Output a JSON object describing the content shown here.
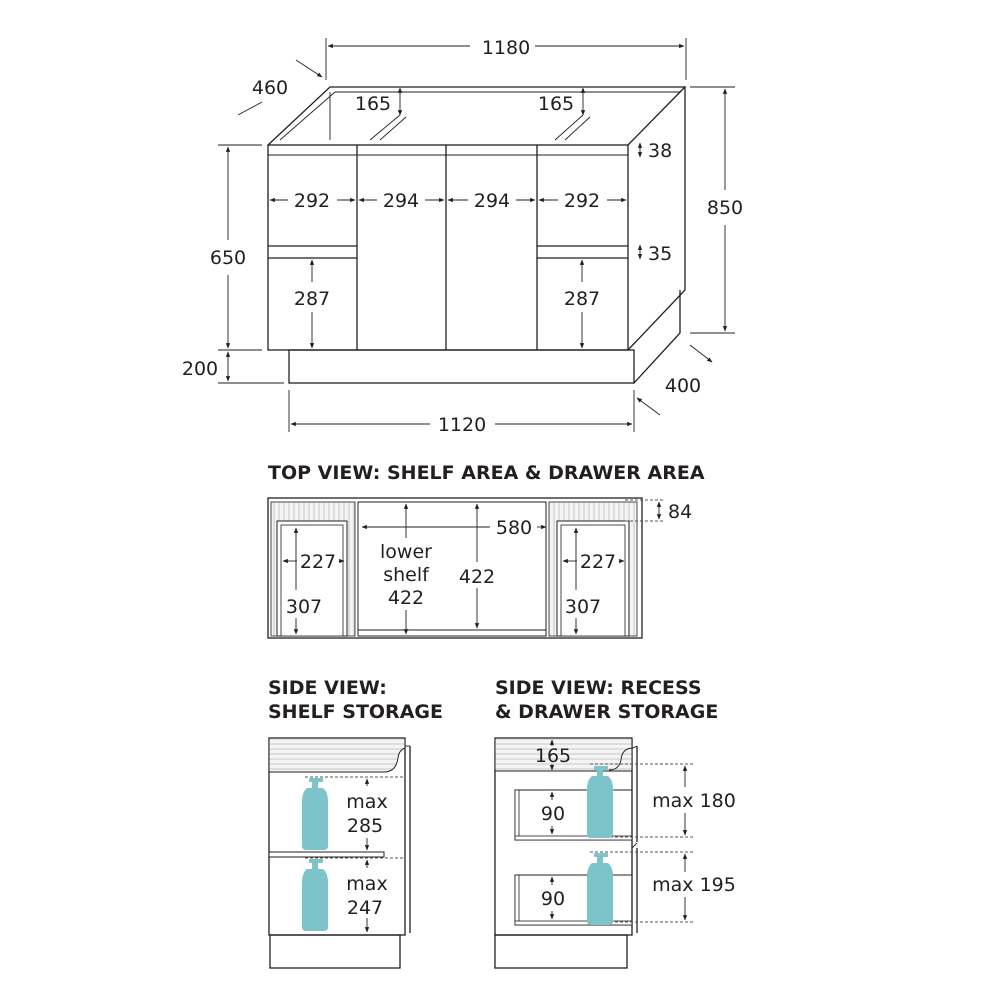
{
  "front_view": {
    "width_top": "1180",
    "depth_top": "460",
    "recess_left": "165",
    "recess_right": "165",
    "top_rail": "38",
    "overall_height": "850",
    "body_height": "650",
    "kick_height": "200",
    "kick_width": "1120",
    "kick_depth": "400",
    "drawer_width_left": "292",
    "door_width_left": "294",
    "door_width_right": "294",
    "drawer_width_right": "292",
    "drawer_gap": "35",
    "drawer_height_left": "287",
    "drawer_height_right": "287"
  },
  "top_view": {
    "title": "TOP VIEW: SHELF AREA & DRAWER AREA",
    "top_rail": "84",
    "shelf_width": "580",
    "shelf_depth": "422",
    "lower_shelf_line1": "lower",
    "lower_shelf_line2": "shelf",
    "lower_shelf_value": "422",
    "drawer_left_width": "227",
    "drawer_left_depth": "307",
    "drawer_right_width": "227",
    "drawer_right_depth": "307"
  },
  "side_shelf": {
    "title_line1": "SIDE VIEW:",
    "title_line2": "SHELF STORAGE",
    "upper_label": "max",
    "upper_value": "285",
    "lower_label": "max",
    "lower_value": "247"
  },
  "side_drawer": {
    "title_line1": "SIDE VIEW: RECESS",
    "title_line2": "& DRAWER STORAGE",
    "recess": "165",
    "drawer_upper_height": "90",
    "drawer_lower_height": "90",
    "upper_max": "max 180",
    "lower_max": "max 195"
  },
  "colors": {
    "bottle": "#7cc4c9",
    "line": "#231f20"
  }
}
